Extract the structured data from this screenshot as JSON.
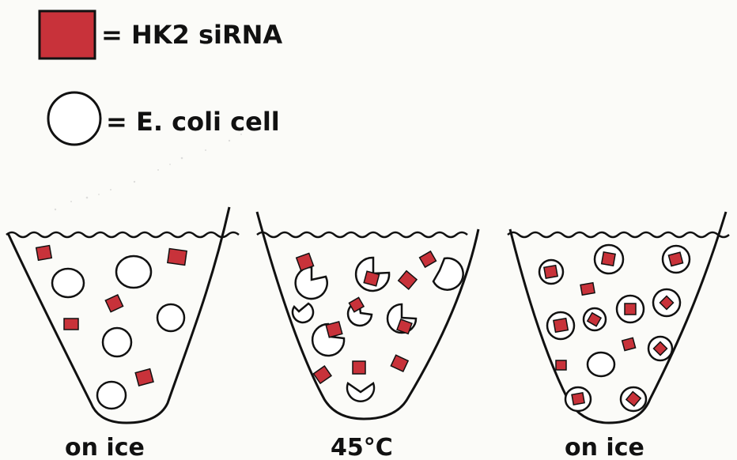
{
  "legend": {
    "sirna_label": "= HK2 siRNA",
    "cell_label": "= E. coli cell",
    "sirna_color": "#c8323a"
  },
  "tubes": [
    {
      "label": "on ice",
      "state": "intact cells, siRNA outside"
    },
    {
      "label": "45°C",
      "state": "heat shock, cells opened, siRNA entering"
    },
    {
      "label": "on ice",
      "state": "cells closed with siRNA inside"
    }
  ]
}
